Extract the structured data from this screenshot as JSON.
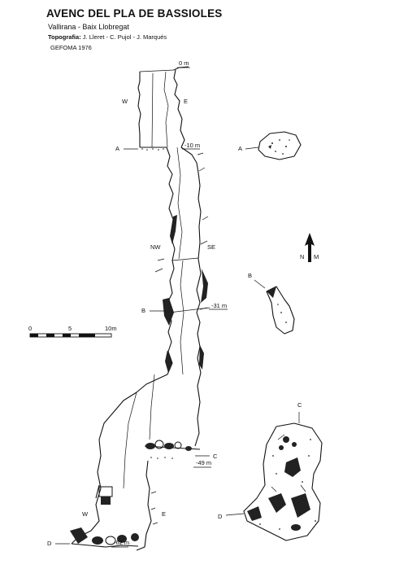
{
  "header": {
    "title": "AVENC DEL PLA DE BASSIOLES",
    "location": "Vallirana - Baix Llobregat",
    "topography_label": "Topografia:",
    "topography_authors": "J. Lleret - C. Pujol - J. Marqués",
    "organization": "GEFOMA  1976"
  },
  "depths": {
    "d0": "0 m",
    "d10": "-10 m",
    "d31": "-31 m",
    "d49": "-49 m",
    "d62": "-62 m"
  },
  "orientation_labels": {
    "w_top": "W",
    "e_top": "E",
    "nw": "NW",
    "se": "SE",
    "w_bottom": "W",
    "e_bottom": "E"
  },
  "sections": {
    "a": "A",
    "b": "B",
    "c": "C",
    "d": "D"
  },
  "north_arrow": {
    "left": "N",
    "right": "M"
  },
  "scale": {
    "ticks": [
      "0",
      "5",
      "10m"
    ]
  }
}
